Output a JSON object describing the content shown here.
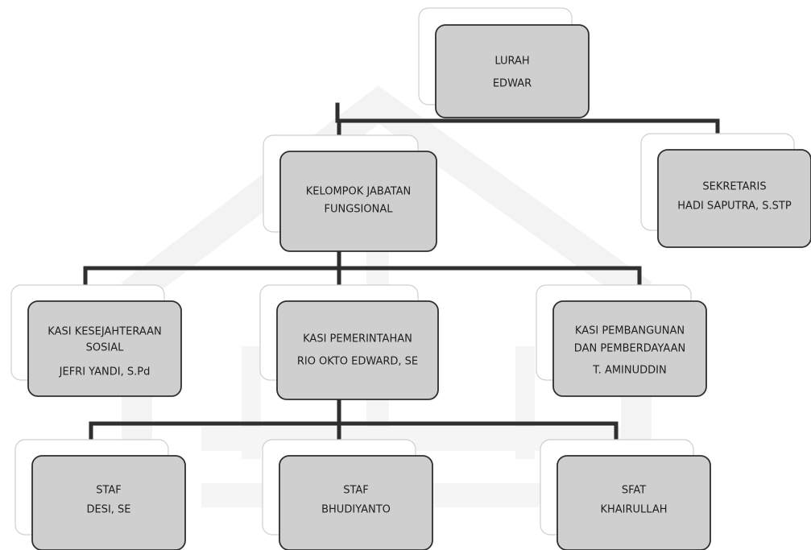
{
  "org_chart": {
    "nodes": [
      {
        "id": "lurah",
        "lines": [
          "LURAH",
          "EDWAR"
        ]
      },
      {
        "id": "kelompok",
        "lines": [
          "KELOMPOK JABATAN",
          "FUNGSIONAL"
        ]
      },
      {
        "id": "sekretaris",
        "lines": [
          "SEKRETARIS",
          "HADI SAPUTRA, S.STP"
        ]
      },
      {
        "id": "kasi-kesejahteraan",
        "lines": [
          "KASI KESEJAHTERAAN",
          "SOSIAL",
          "JEFRI YANDI, S.Pd"
        ]
      },
      {
        "id": "kasi-pemerintahan",
        "lines": [
          "KASI PEMERINTAHAN",
          "RIO OKTO EDWARD, SE"
        ]
      },
      {
        "id": "kasi-pembangunan",
        "lines": [
          "KASI PEMBANGUNAN",
          "DAN PEMBERDAYAAN",
          "T. AMINUDDIN"
        ]
      },
      {
        "id": "staf-1",
        "lines": [
          "STAF",
          "DESI, SE"
        ]
      },
      {
        "id": "staf-2",
        "lines": [
          "STAF",
          "BHUDIYANTO"
        ]
      },
      {
        "id": "staf-3",
        "lines": [
          "SFAT",
          "KHAIRULLAH"
        ]
      }
    ]
  }
}
